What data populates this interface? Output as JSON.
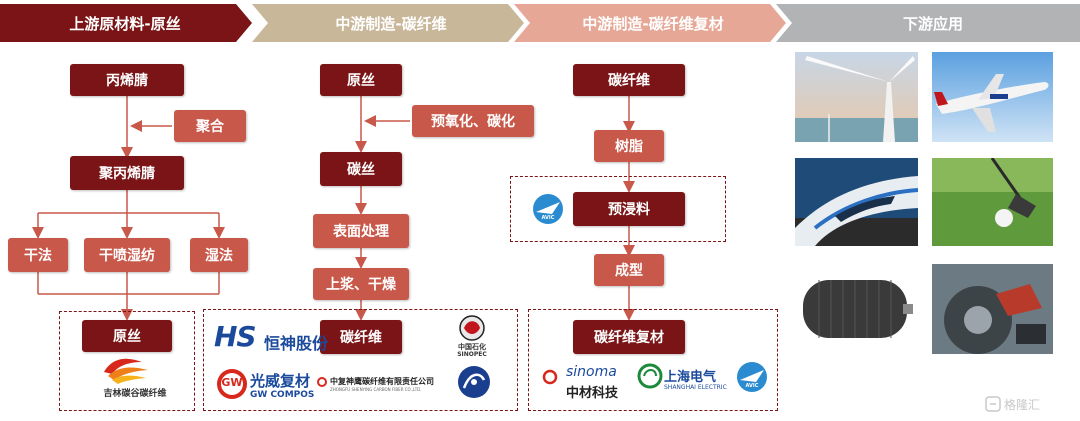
{
  "headers": [
    "上游原材料-原丝",
    "中游制造-碳纤维",
    "中游制造-碳纤维复材",
    "下游应用"
  ],
  "colors": {
    "dark": "#7a1416",
    "light": "#c8584a",
    "peach": "#e7a796",
    "gray": "#b2b3b5",
    "tan": "#c9b79a"
  },
  "upstream": {
    "top": "丙烯腈",
    "process": "聚合",
    "middle": "聚丙烯腈",
    "methods": [
      "干法",
      "干喷湿纺",
      "湿法"
    ],
    "output": "原丝",
    "company": "吉林碳谷碳纤维"
  },
  "midstream1": {
    "input": "原丝",
    "process1": "预氧化、碳化",
    "carbon_silk": "碳丝",
    "process2": "表面处理",
    "process3": "上浆、干燥",
    "output": "碳纤维",
    "companies": {
      "hs": "HS",
      "hs_name": "恒神股份",
      "sinopec_cn": "中国石化",
      "sinopec_en": "SINOPEC",
      "gw": "GW",
      "gw_name": "光威复材",
      "gw_en": "GW COMPOS",
      "zhongfu": "中复神鹰碳纤维有限责任公司",
      "zhongfu_en": "ZHONGFU SHENYING CARBON FIBER CO.,LTD."
    }
  },
  "midstream2": {
    "input": "碳纤维",
    "resin": "树脂",
    "prepreg": "预浸料",
    "forming": "成型",
    "output": "碳纤维复材",
    "companies": {
      "avic": "AVIC",
      "sinoma_en": "sinoma",
      "sinoma_cn": "中材科技",
      "shanghai_cn": "上海电气",
      "shanghai_en": "SHANGHAI ELECTRIC"
    }
  },
  "downstream": {
    "images": [
      "wind-turbine",
      "airplane",
      "high-speed-train",
      "golf",
      "pressure-tank",
      "brake-disc"
    ]
  },
  "watermark": "格隆汇"
}
